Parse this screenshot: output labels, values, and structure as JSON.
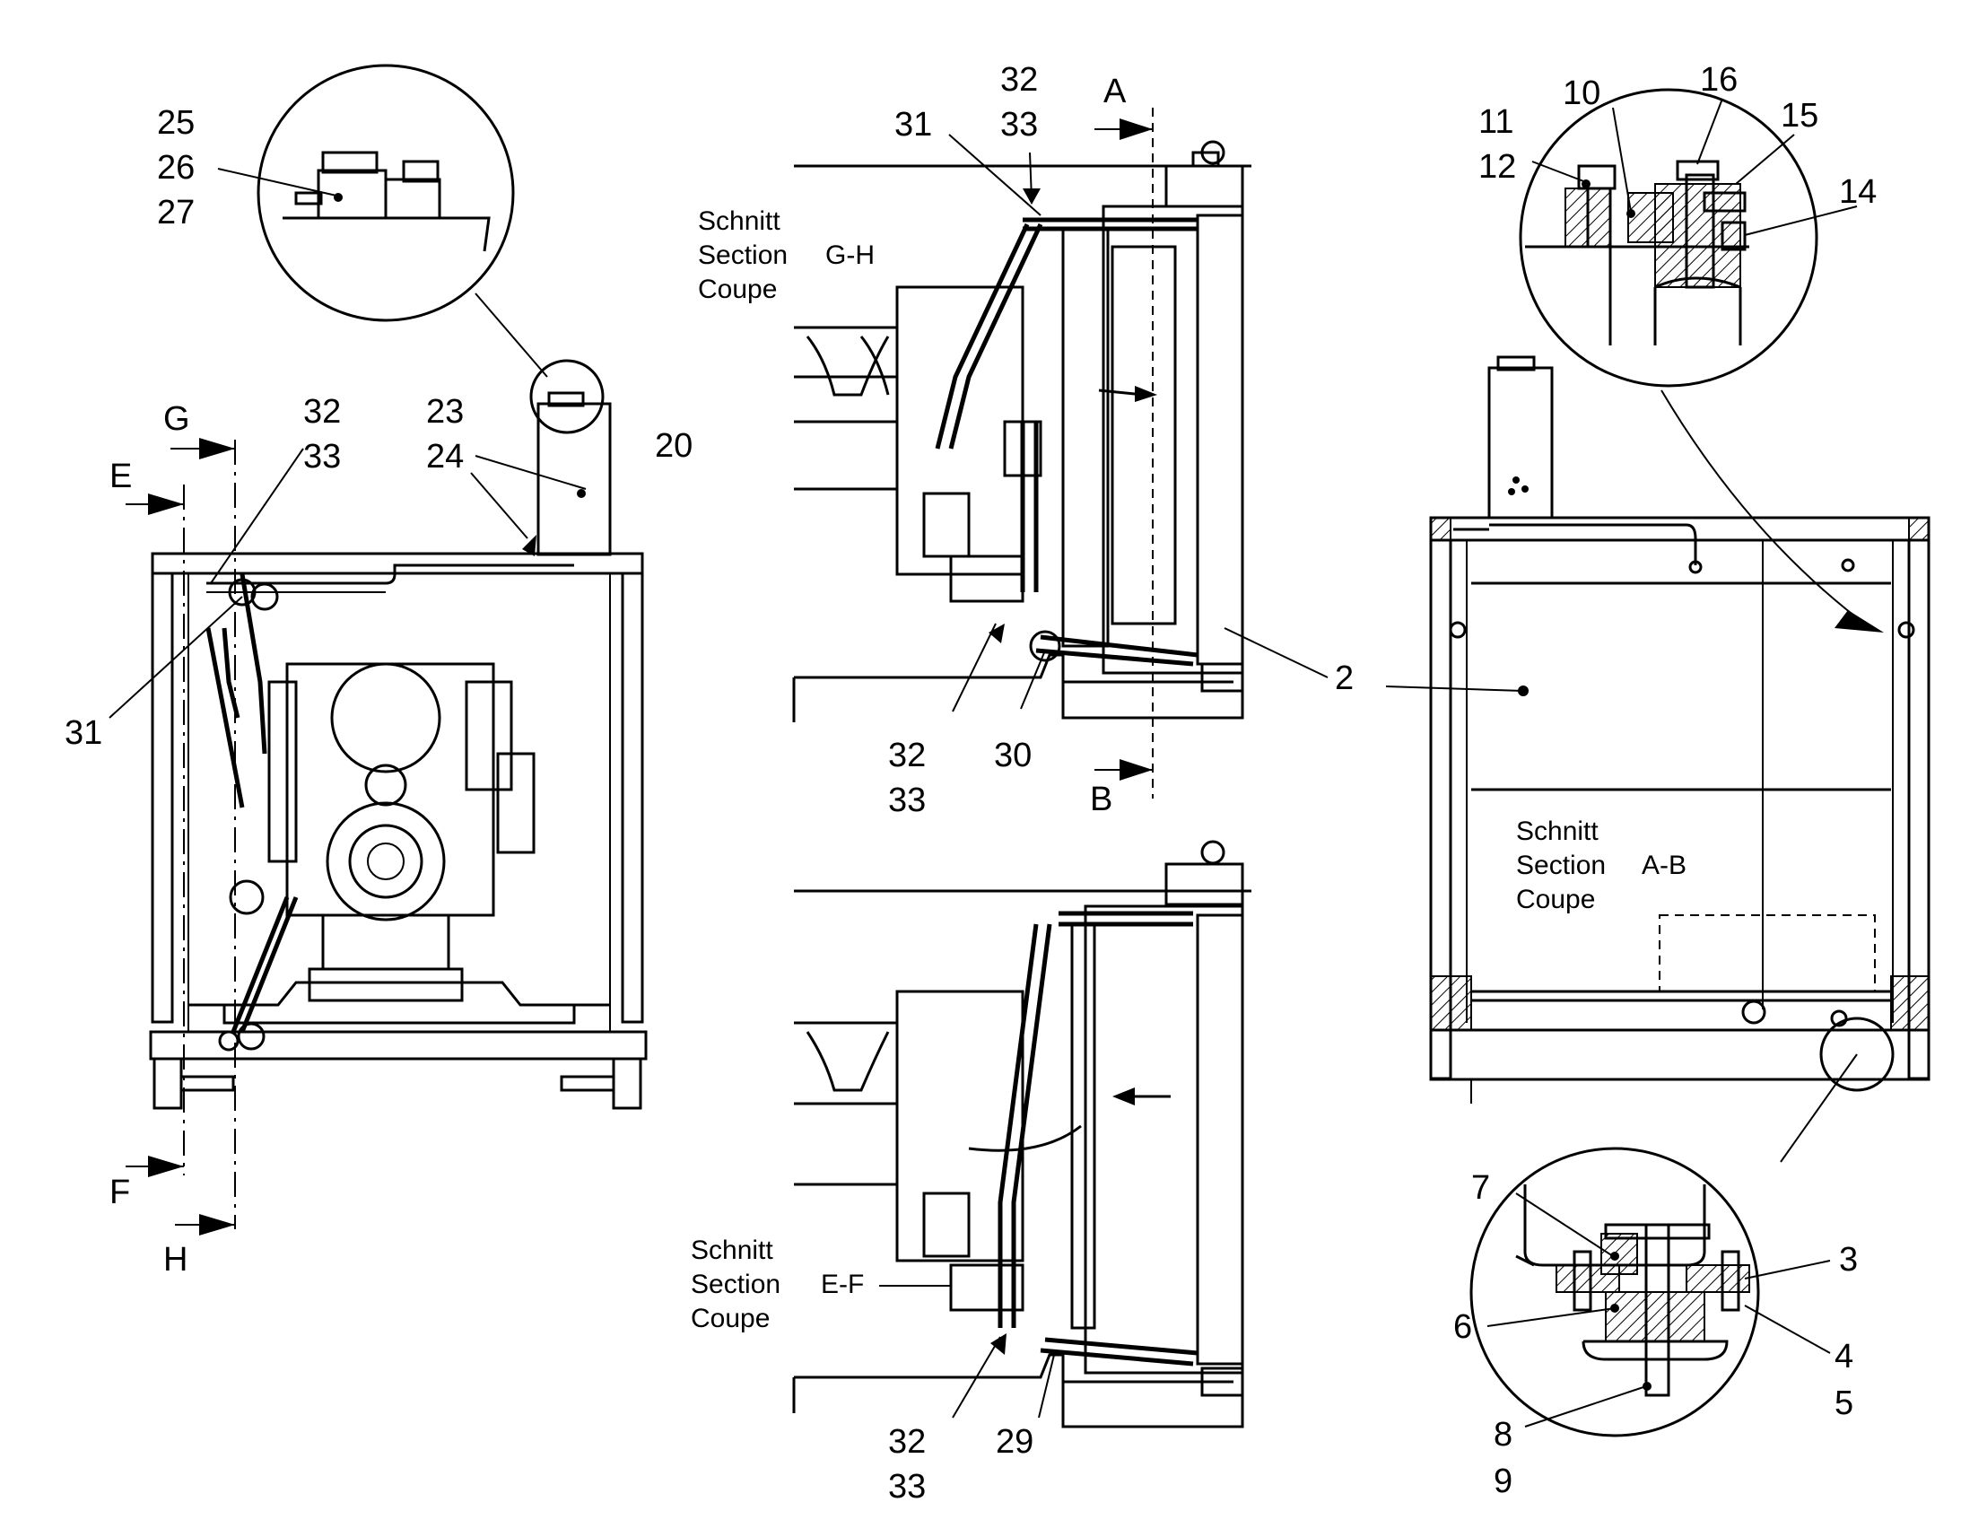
{
  "callouts": [
    {
      "id": "c25",
      "text": "25"
    },
    {
      "id": "c26",
      "text": "26"
    },
    {
      "id": "c27",
      "text": "27"
    },
    {
      "id": "c32a",
      "text": "32"
    },
    {
      "id": "c33a",
      "text": "33"
    },
    {
      "id": "c23",
      "text": "23"
    },
    {
      "id": "c24",
      "text": "24"
    },
    {
      "id": "c20",
      "text": "20"
    },
    {
      "id": "c31a",
      "text": "31"
    },
    {
      "id": "c31b",
      "text": "31"
    },
    {
      "id": "c32b",
      "text": "32"
    },
    {
      "id": "c33b",
      "text": "33"
    },
    {
      "id": "c32c",
      "text": "32"
    },
    {
      "id": "c33c",
      "text": "33"
    },
    {
      "id": "c30",
      "text": "30"
    },
    {
      "id": "c2",
      "text": "2"
    },
    {
      "id": "c11",
      "text": "11"
    },
    {
      "id": "c12",
      "text": "12"
    },
    {
      "id": "c10",
      "text": "10"
    },
    {
      "id": "c16",
      "text": "16"
    },
    {
      "id": "c15",
      "text": "15"
    },
    {
      "id": "c14",
      "text": "14"
    },
    {
      "id": "c7",
      "text": "7"
    },
    {
      "id": "c3",
      "text": "3"
    },
    {
      "id": "c6",
      "text": "6"
    },
    {
      "id": "c4",
      "text": "4"
    },
    {
      "id": "c5",
      "text": "5"
    },
    {
      "id": "c8",
      "text": "8"
    },
    {
      "id": "c9",
      "text": "9"
    },
    {
      "id": "c32d",
      "text": "32"
    },
    {
      "id": "c33d",
      "text": "33"
    },
    {
      "id": "c29",
      "text": "29"
    }
  ],
  "section_markers": [
    {
      "id": "G",
      "text": "G"
    },
    {
      "id": "H",
      "text": "H"
    },
    {
      "id": "E",
      "text": "E"
    },
    {
      "id": "F",
      "text": "F"
    },
    {
      "id": "A",
      "text": "A"
    },
    {
      "id": "B",
      "text": "B"
    }
  ],
  "section_labels": [
    {
      "id": "gh",
      "lines": [
        "Schnitt",
        "Section",
        "Coupe"
      ],
      "code": "G-H"
    },
    {
      "id": "ab",
      "lines": [
        "Schnitt",
        "Section",
        "Coupe"
      ],
      "code": "A-B"
    },
    {
      "id": "ef",
      "lines": [
        "Schnitt",
        "Section",
        "Coupe"
      ],
      "code": "E-F"
    }
  ]
}
